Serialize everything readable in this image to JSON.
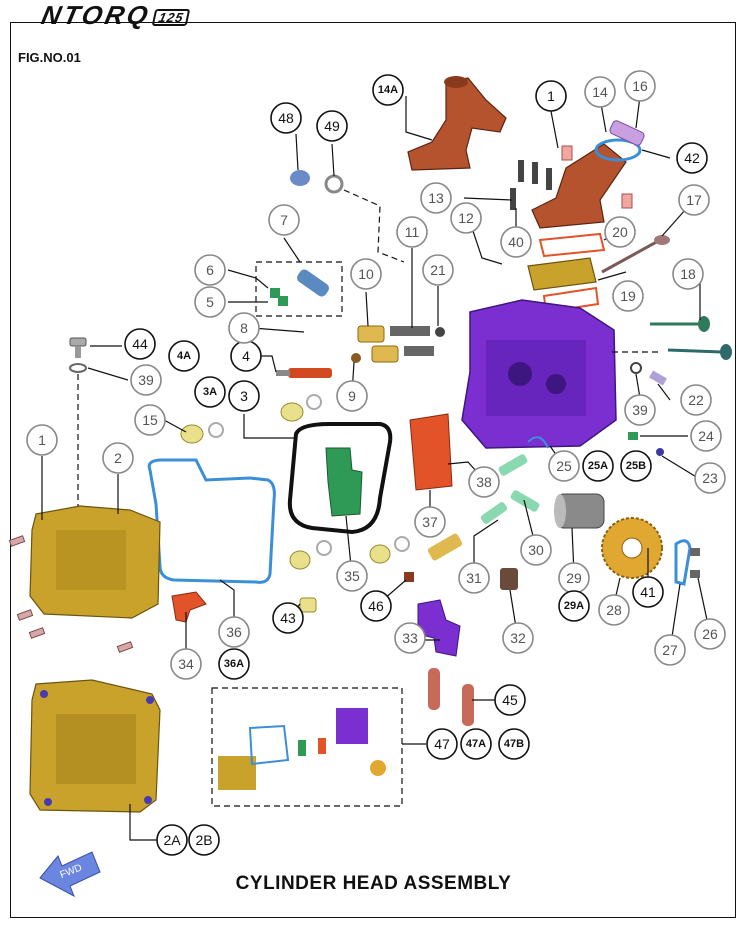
{
  "header": {
    "brand_main": "NTORQ",
    "brand_sub": "125",
    "figure_number": "FIG.NO.01"
  },
  "footer": {
    "title": "CYLINDER HEAD ASSEMBLY",
    "direction_label": "FWD"
  },
  "colors": {
    "cylinder_head_cover": "#c9a22c",
    "cylinder_head": "#7b2fd0",
    "intake_manifold": "#b5532f",
    "gasket": "#3a8fd8",
    "green_part": "#2f9a56",
    "orange_plate": "#e2532a",
    "arrow": "#6a86e0"
  },
  "callouts": [
    {
      "label": "1"
    },
    {
      "label": "1"
    },
    {
      "label": "2"
    },
    {
      "label": "2A"
    },
    {
      "label": "2B"
    },
    {
      "label": "3"
    },
    {
      "label": "3A"
    },
    {
      "label": "4"
    },
    {
      "label": "4A"
    },
    {
      "label": "5"
    },
    {
      "label": "6"
    },
    {
      "label": "7"
    },
    {
      "label": "8"
    },
    {
      "label": "9"
    },
    {
      "label": "10"
    },
    {
      "label": "11"
    },
    {
      "label": "12"
    },
    {
      "label": "13"
    },
    {
      "label": "14"
    },
    {
      "label": "14A"
    },
    {
      "label": "15"
    },
    {
      "label": "16"
    },
    {
      "label": "17"
    },
    {
      "label": "18"
    },
    {
      "label": "19"
    },
    {
      "label": "20"
    },
    {
      "label": "21"
    },
    {
      "label": "22"
    },
    {
      "label": "23"
    },
    {
      "label": "24"
    },
    {
      "label": "25"
    },
    {
      "label": "25A"
    },
    {
      "label": "25B"
    },
    {
      "label": "26"
    },
    {
      "label": "27"
    },
    {
      "label": "28"
    },
    {
      "label": "29"
    },
    {
      "label": "29A"
    },
    {
      "label": "30"
    },
    {
      "label": "31"
    },
    {
      "label": "32"
    },
    {
      "label": "33"
    },
    {
      "label": "34"
    },
    {
      "label": "35"
    },
    {
      "label": "36"
    },
    {
      "label": "36A"
    },
    {
      "label": "37"
    },
    {
      "label": "38"
    },
    {
      "label": "39"
    },
    {
      "label": "39"
    },
    {
      "label": "40"
    },
    {
      "label": "41"
    },
    {
      "label": "42"
    },
    {
      "label": "43"
    },
    {
      "label": "44"
    },
    {
      "label": "45"
    },
    {
      "label": "46"
    },
    {
      "label": "47"
    },
    {
      "label": "47A"
    },
    {
      "label": "47B"
    },
    {
      "label": "48"
    },
    {
      "label": "49"
    }
  ]
}
